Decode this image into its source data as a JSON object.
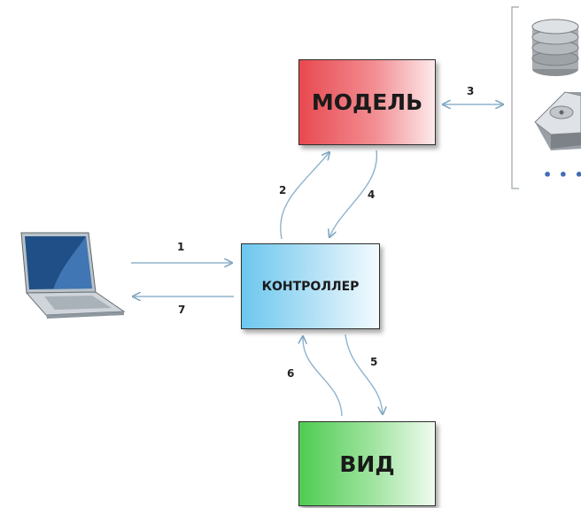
{
  "boxes": {
    "model": "МОДЕЛЬ",
    "controller": "КОНТРОЛЛЕР",
    "view": "ВИД"
  },
  "steps": [
    "1",
    "2",
    "3",
    "4",
    "5",
    "6",
    "7"
  ],
  "storage": {
    "ellipsis": "• • •",
    "items": [
      "database-icon",
      "hard-drive-icon"
    ]
  },
  "colors": {
    "model": "#e8494f",
    "controller": "#6cc7ee",
    "view": "#4fcc52",
    "arrow": "#8fb3cc"
  }
}
